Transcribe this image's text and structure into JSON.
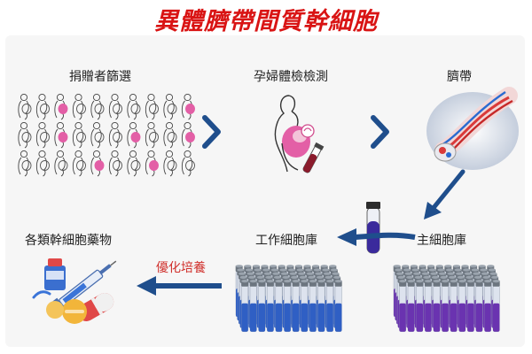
{
  "title": "異體臍帶間質幹細胞",
  "steps": {
    "screening": "捐贈者篩選",
    "maternal_test": "孕婦體檢檢測",
    "umbilical_cord": "臍帶",
    "master_bank": "主細胞庫",
    "working_bank": "工作細胞庫",
    "drugs": "各類幹細胞藥物",
    "optimization": "優化培養"
  },
  "colors": {
    "title": "#d91414",
    "arrow": "#1f4e8c",
    "highlight_pink": "#e35fa6",
    "blue_tube": "#2f5fc4",
    "purple_tube": "#6a33b0",
    "optimize_label": "#d0312d"
  },
  "icons": {
    "screening": "pregnant-women-grid-icon",
    "maternal_test": "pregnant-woman-with-blood-tube-icon",
    "umbilical_cord": "umbilical-cord-icon",
    "master_bank": "purple-tube-rack-icon",
    "working_bank": "blue-tube-rack-icon",
    "drugs": "medicine-icon",
    "single_tube": "test-tube-icon"
  }
}
